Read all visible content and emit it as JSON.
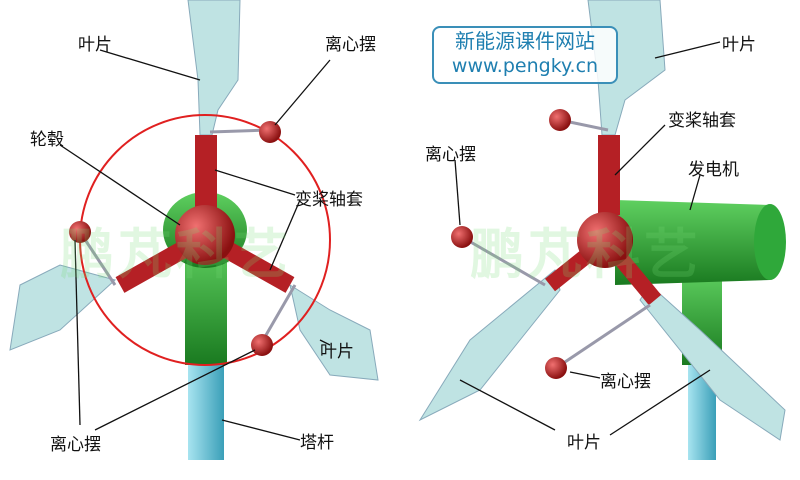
{
  "logo": {
    "title": "新能源课件网站",
    "url": "www.pengky.cn"
  },
  "watermark": "鹏芃科艺",
  "left": {
    "blade_top": "叶片",
    "pendulum_top": "离心摆",
    "hub": "轮毂",
    "pitch_sleeve": "变桨轴套",
    "blade_right": "叶片",
    "pendulum_bottom": "离心摆",
    "tower": "塔杆"
  },
  "right": {
    "blade_top": "叶片",
    "pitch_sleeve": "变桨轴套",
    "pendulum_left": "离心摆",
    "generator": "发电机",
    "pendulum_bottom": "离心摆",
    "blade_bottom": "叶片"
  },
  "colors": {
    "blade": "#bfe3e3",
    "hub": "#c0262a",
    "nacelle": "#2fa83a",
    "tower": "#7fcfe0",
    "circle": "#e02020"
  }
}
